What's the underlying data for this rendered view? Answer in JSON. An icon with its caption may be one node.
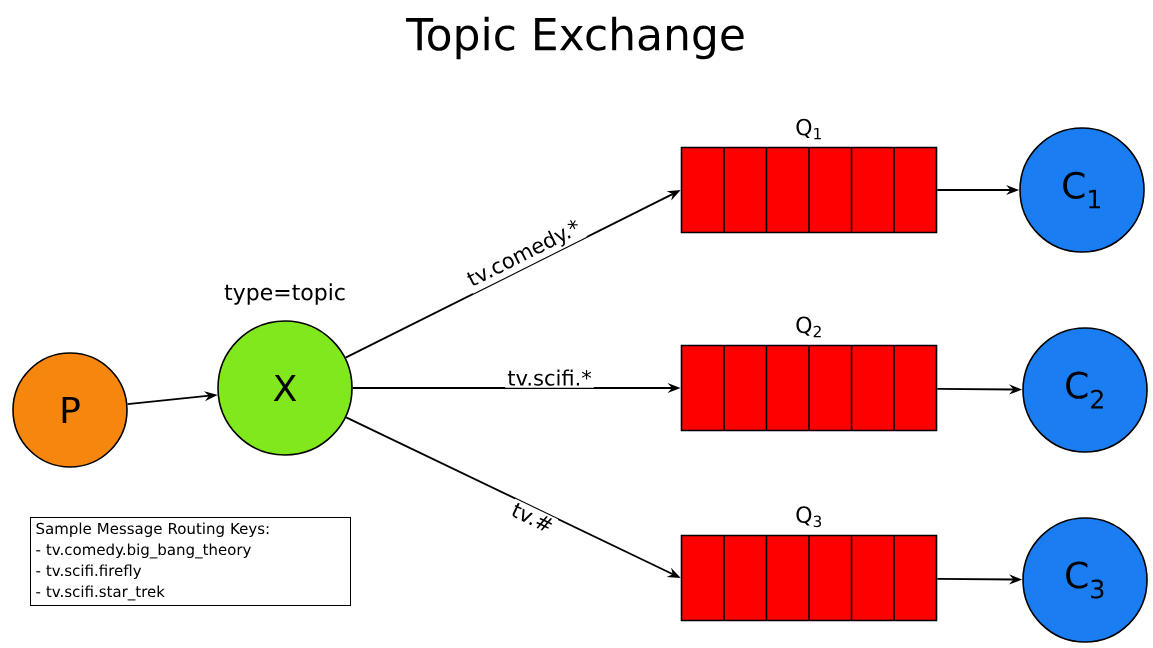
{
  "diagram": {
    "title": "Topic Exchange",
    "nodes": [
      {
        "text": [
          "P"
        ]
      },
      {
        "text": [
          "X"
        ],
        "beside": [
          "type=topic"
        ]
      },
      {
        "text": [
          "Q$_{1}$"
        ]
      },
      {
        "text": [
          "Q$_{2}$"
        ]
      },
      {
        "text": [
          "Q$_{3}$"
        ]
      },
      {
        "text": [
          "C$_{1}$"
        ]
      },
      {
        "text": [
          "C$_{2}$"
        ]
      },
      {
        "text": [
          "C$_{3}$"
        ]
      },
      {
        "text": [
          "Sample Message Routing Keys:",
          "- tv.comedy.big_bang_theory",
          "- tv.scifi.firefly",
          "- tv.scifi.star_trek"
        ]
      }
    ],
    "edges": [
      {
        "from": 0,
        "to": 1,
        "arrow": "to"
      },
      {
        "from": 1,
        "to": 2,
        "arrow": "to",
        "label": "tv.comedy.*"
      },
      {
        "from": 1,
        "to": 3,
        "arrow": "to",
        "label": "tv.scifi.*"
      },
      {
        "from": 1,
        "to": 4,
        "arrow": "to",
        "label": "tv.#"
      },
      {
        "from": 2,
        "to": 5,
        "arrow": "to"
      },
      {
        "from": 3,
        "to": 6,
        "arrow": "to"
      },
      {
        "from": 4,
        "to": 7,
        "arrow": "to"
      }
    ]
  }
}
